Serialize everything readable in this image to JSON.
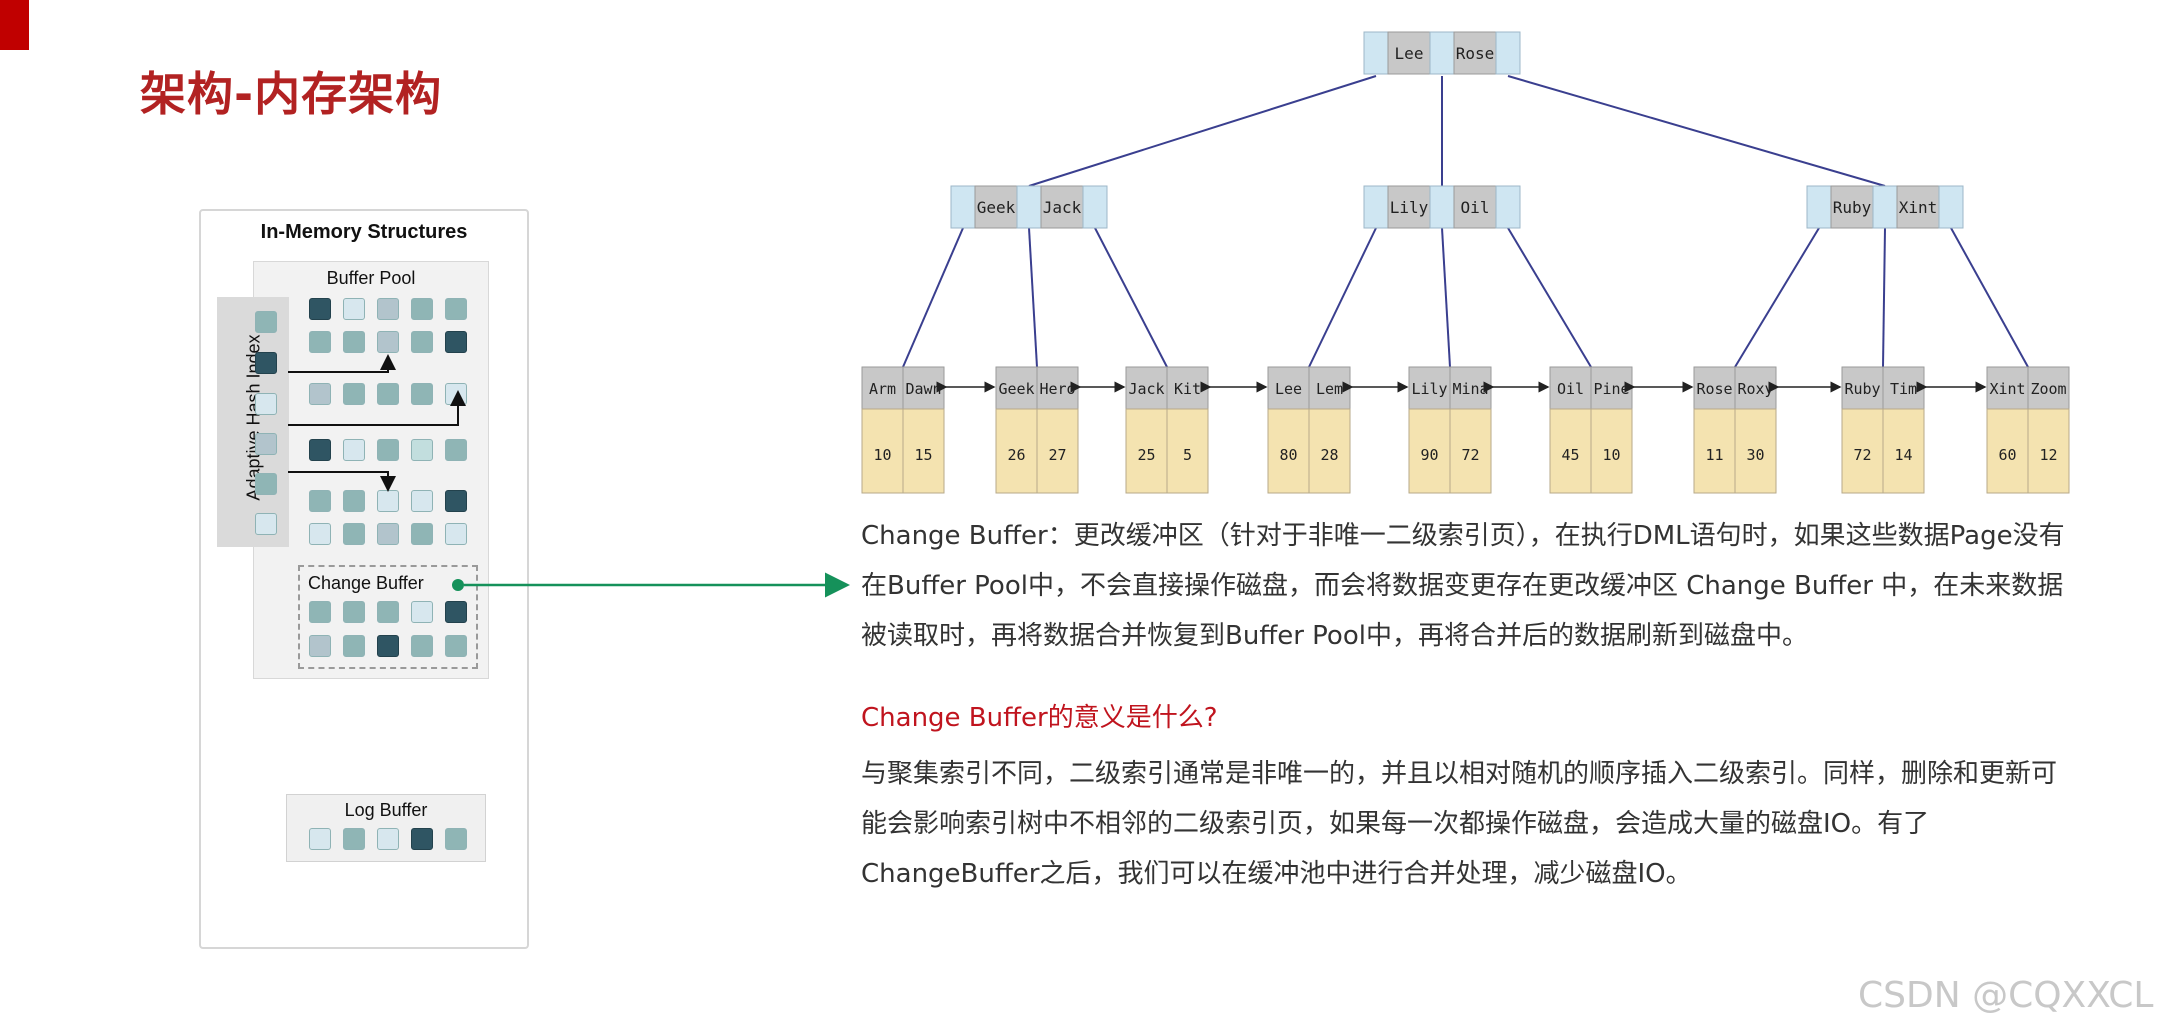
{
  "page": {
    "title": "架构-内存架构",
    "accent_color": "#c00000",
    "watermark": "CSDN @CQXXCL"
  },
  "memory_diagram": {
    "title": "In-Memory Structures",
    "buffer_pool": "Buffer Pool",
    "adaptive_hash_index": "Adaptive Hash Index",
    "change_buffer": "Change Buffer",
    "log_buffer": "Log Buffer"
  },
  "btree": {
    "root": [
      "Lee",
      "Rose"
    ],
    "internal": [
      [
        "Geek",
        "Jack"
      ],
      [
        "Lily",
        "Oil"
      ],
      [
        "Ruby",
        "Xint"
      ]
    ],
    "leaves": [
      {
        "keys": [
          "Arm",
          "Dawn"
        ],
        "values": [
          "10",
          "15"
        ]
      },
      {
        "keys": [
          "Geek",
          "Hero"
        ],
        "values": [
          "26",
          "27"
        ]
      },
      {
        "keys": [
          "Jack",
          "Kit"
        ],
        "values": [
          "25",
          "5"
        ]
      },
      {
        "keys": [
          "Lee",
          "Lem"
        ],
        "values": [
          "80",
          "28"
        ]
      },
      {
        "keys": [
          "Lily",
          "Mina"
        ],
        "values": [
          "90",
          "72"
        ]
      },
      {
        "keys": [
          "Oil",
          "Pine"
        ],
        "values": [
          "45",
          "10"
        ]
      },
      {
        "keys": [
          "Rose",
          "Roxy"
        ],
        "values": [
          "11",
          "30"
        ]
      },
      {
        "keys": [
          "Ruby",
          "Tim"
        ],
        "values": [
          "72",
          "14"
        ]
      },
      {
        "keys": [
          "Xint",
          "Zoom"
        ],
        "values": [
          "60",
          "12"
        ]
      }
    ]
  },
  "text": {
    "description": "Change Buffer：更改缓冲区（针对于非唯一二级索引页），在执行DML语句时，如果这些数据Page没有在Buffer Pool中，不会直接操作磁盘，而会将数据变更存在更改缓冲区 Change Buffer 中，在未来数据被读取时，再将数据合并恢复到Buffer Pool中，再将合并后的数据刷新到磁盘中。",
    "question": "Change Buffer的意义是什么?",
    "answer": "与聚集索引不同，二级索引通常是非唯一的，并且以相对随机的顺序插入二级索引。同样，删除和更新可能会影响索引树中不相邻的二级索引页，如果每一次都操作磁盘，会造成大量的磁盘IO。有了ChangeBuffer之后，我们可以在缓冲池中进行合并处理，减少磁盘IO。"
  },
  "colors": {
    "dark": "#2f5563",
    "mid": "#8fb5b5",
    "soft": "#b2c4cc",
    "light": "#d7e7ee",
    "pale": "#c2dede",
    "arrow": "#15915a",
    "tree_key": "#c8c8c8",
    "tree_ptr": "#cfe6f2",
    "tree_val": "#f4e3b0",
    "tree_line": "#3a3f8f",
    "question": "#c0141e"
  }
}
